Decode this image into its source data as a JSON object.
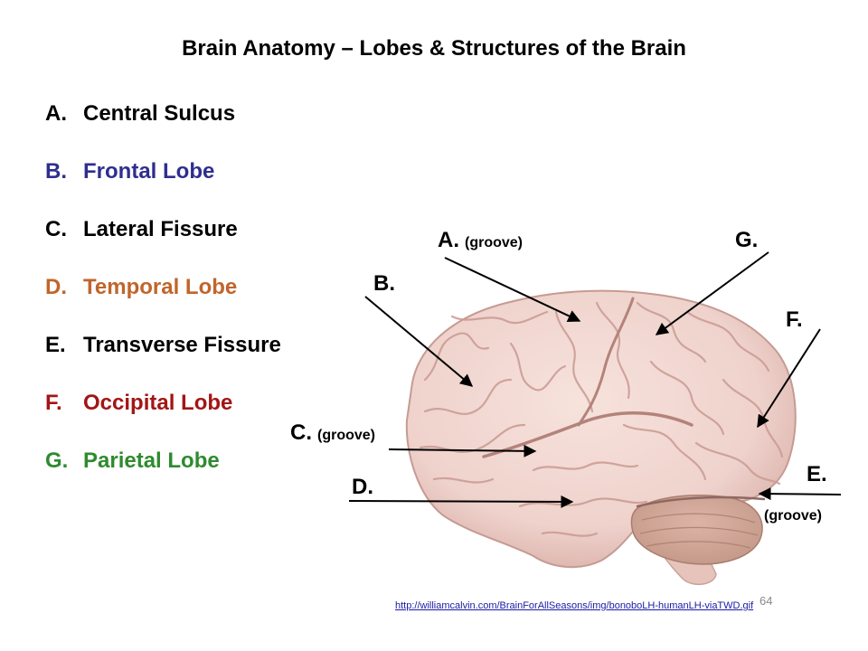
{
  "title": "Brain Anatomy – Lobes & Structures of the Brain",
  "legend": [
    {
      "key": "A.",
      "text": "Central Sulcus",
      "color": "#000000"
    },
    {
      "key": "B.",
      "text": "Frontal Lobe",
      "color": "#2e2e8f"
    },
    {
      "key": "C.",
      "text": "Lateral Fissure",
      "color": "#000000"
    },
    {
      "key": "D.",
      "text": "Temporal Lobe",
      "color": "#c0652b"
    },
    {
      "key": "E.",
      "text": "Transverse Fissure",
      "color": "#000000"
    },
    {
      "key": "F.",
      "text": "Occipital Lobe",
      "color": "#a31515"
    },
    {
      "key": "G.",
      "text": "Parietal Lobe",
      "color": "#2e8b2e"
    }
  ],
  "labels": {
    "a": {
      "letter": "A.",
      "note": "(groove)"
    },
    "b": {
      "letter": "B."
    },
    "c": {
      "letter": "C.",
      "note": "(groove)"
    },
    "d": {
      "letter": "D."
    },
    "e": {
      "letter": "E.",
      "note": "(groove)"
    },
    "f": {
      "letter": "F."
    },
    "g": {
      "letter": "G."
    }
  },
  "source_link": "http://williamcalvin.com/BrainForAllSeasons/img/bonoboLH-humanLH-viaTWD.gif",
  "page_number": "64",
  "colors": {
    "brain": "#efd2cc",
    "brain_shade": "#d9b0a8",
    "gyri": "#c99a92",
    "cerebellum": "#c59a8a"
  }
}
